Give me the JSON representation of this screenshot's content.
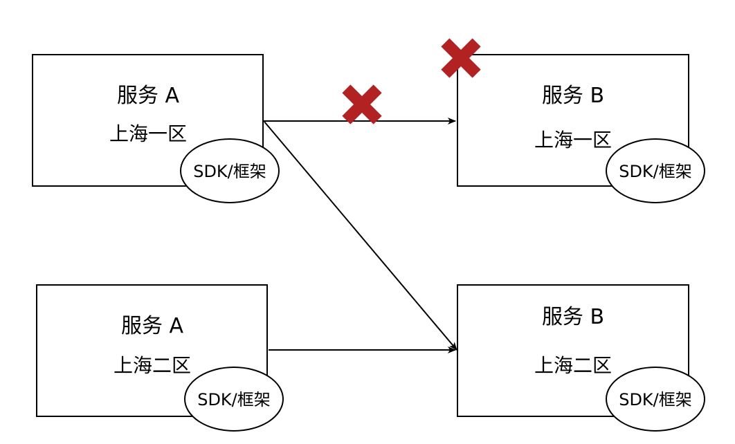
{
  "nodes": [
    {
      "id": "a1",
      "title": "服务 A",
      "region": "上海一区",
      "sdk": "SDK/框架"
    },
    {
      "id": "b1",
      "title": "服务 B",
      "region": "上海一区",
      "sdk": "SDK/框架"
    },
    {
      "id": "a2",
      "title": "服务 A",
      "region": "上海二区",
      "sdk": "SDK/框架"
    },
    {
      "id": "b2",
      "title": "服务 B",
      "region": "上海二区",
      "sdk": "SDK/框架"
    }
  ],
  "edges": [
    {
      "from": "a1",
      "to": "b1",
      "blocked": true
    },
    {
      "from": "a1",
      "to": "b2",
      "blocked": false
    },
    {
      "from": "a2",
      "to": "b2",
      "blocked": false
    }
  ],
  "node_status": {
    "b1": "down"
  },
  "colors": {
    "stroke": "#000000",
    "blocked_mark": "#b22222",
    "background": "#ffffff"
  },
  "icons": {
    "blocked": "x-mark-icon"
  }
}
